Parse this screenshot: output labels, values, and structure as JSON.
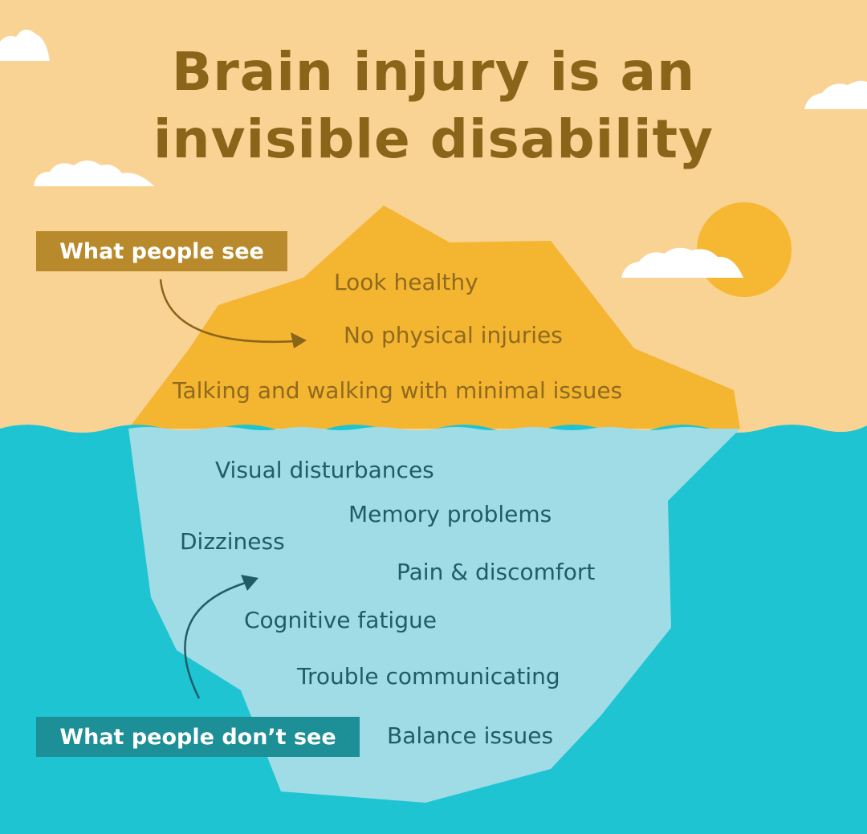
{
  "title": {
    "line1": "Brain injury is an",
    "line2": "invisible disability"
  },
  "labels": {
    "seen": "What people see",
    "unseen": "What people don’t see"
  },
  "visible_symptoms": [
    "Look healthy",
    "No physical injuries",
    "Talking and walking with minimal issues"
  ],
  "hidden_symptoms": [
    "Visual disturbances",
    "Memory problems",
    "Dizziness",
    "Pain & discomfort",
    "Cognitive fatigue",
    "Trouble communicating",
    "Balance issues"
  ],
  "colors": {
    "sky": "#f9d394",
    "iceberg_top": "#f4b531",
    "sea": "#1ec4d2",
    "iceberg_bottom": "#9fdce6",
    "title_text": "#8a6418",
    "seen_label_bg": "#b88a2b",
    "unseen_label_bg": "#1d8f96",
    "top_text": "#8f6a1e",
    "bottom_text": "#1f5d66",
    "sun": "#f6b733",
    "cloud": "#ffffff"
  }
}
